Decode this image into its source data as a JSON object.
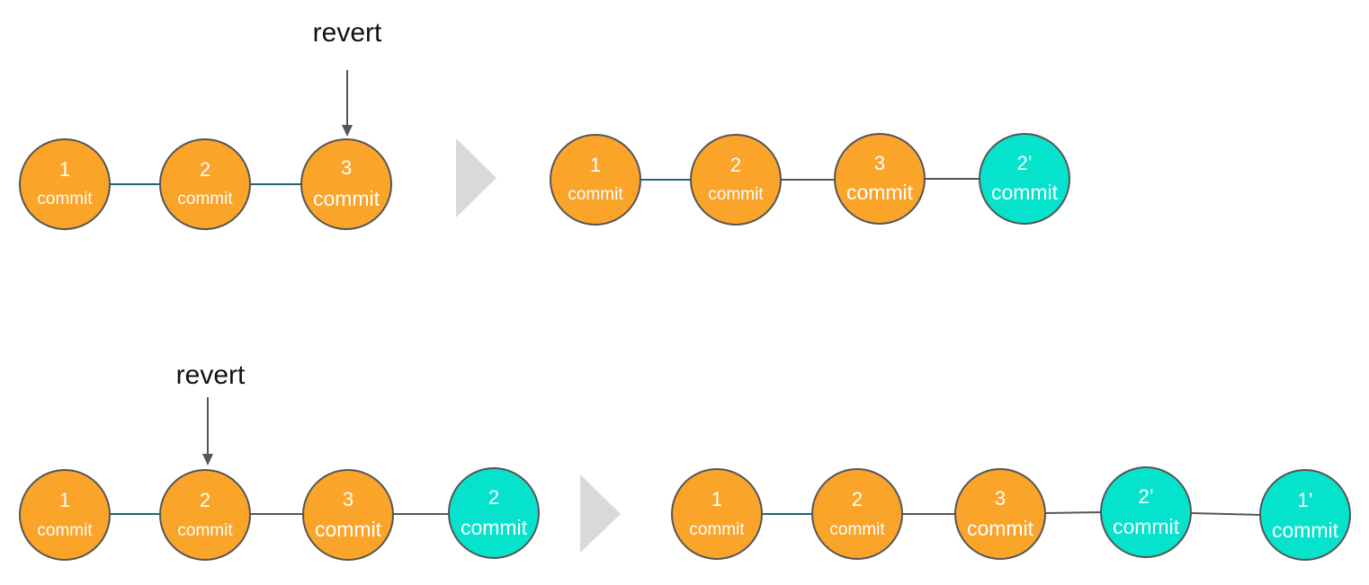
{
  "colors": {
    "commit_fill": "#FAA42A",
    "revert_fill": "#05E3CC",
    "node_stroke": "#555555",
    "edge_teal": "#1F6675",
    "edge_gray": "#555555",
    "arrow_gray": "#555555",
    "chevron": "#D9D9D9"
  },
  "top": {
    "before": {
      "annotation": "revert",
      "nodes": [
        {
          "num": "1",
          "label": "commit",
          "kind": "commit"
        },
        {
          "num": "2",
          "label": "commit",
          "kind": "commit"
        },
        {
          "num": "3",
          "label": "commit",
          "kind": "commit"
        }
      ]
    },
    "after": {
      "nodes": [
        {
          "num": "1",
          "label": "commit",
          "kind": "commit"
        },
        {
          "num": "2",
          "label": "commit",
          "kind": "commit"
        },
        {
          "num": "3",
          "label": "commit",
          "kind": "commit"
        },
        {
          "num": "2’",
          "label": "commit",
          "kind": "revert"
        }
      ]
    }
  },
  "bottom": {
    "before": {
      "annotation": "revert",
      "nodes": [
        {
          "num": "1",
          "label": "commit",
          "kind": "commit"
        },
        {
          "num": "2",
          "label": "commit",
          "kind": "commit"
        },
        {
          "num": "3",
          "label": "commit",
          "kind": "commit"
        },
        {
          "num": "2",
          "label": "commit",
          "kind": "revert"
        }
      ]
    },
    "after": {
      "nodes": [
        {
          "num": "1",
          "label": "commit",
          "kind": "commit"
        },
        {
          "num": "2",
          "label": "commit",
          "kind": "commit"
        },
        {
          "num": "3",
          "label": "commit",
          "kind": "commit"
        },
        {
          "num": "2’",
          "label": "commit",
          "kind": "revert"
        },
        {
          "num": "1’",
          "label": "commit",
          "kind": "revert"
        }
      ]
    }
  }
}
